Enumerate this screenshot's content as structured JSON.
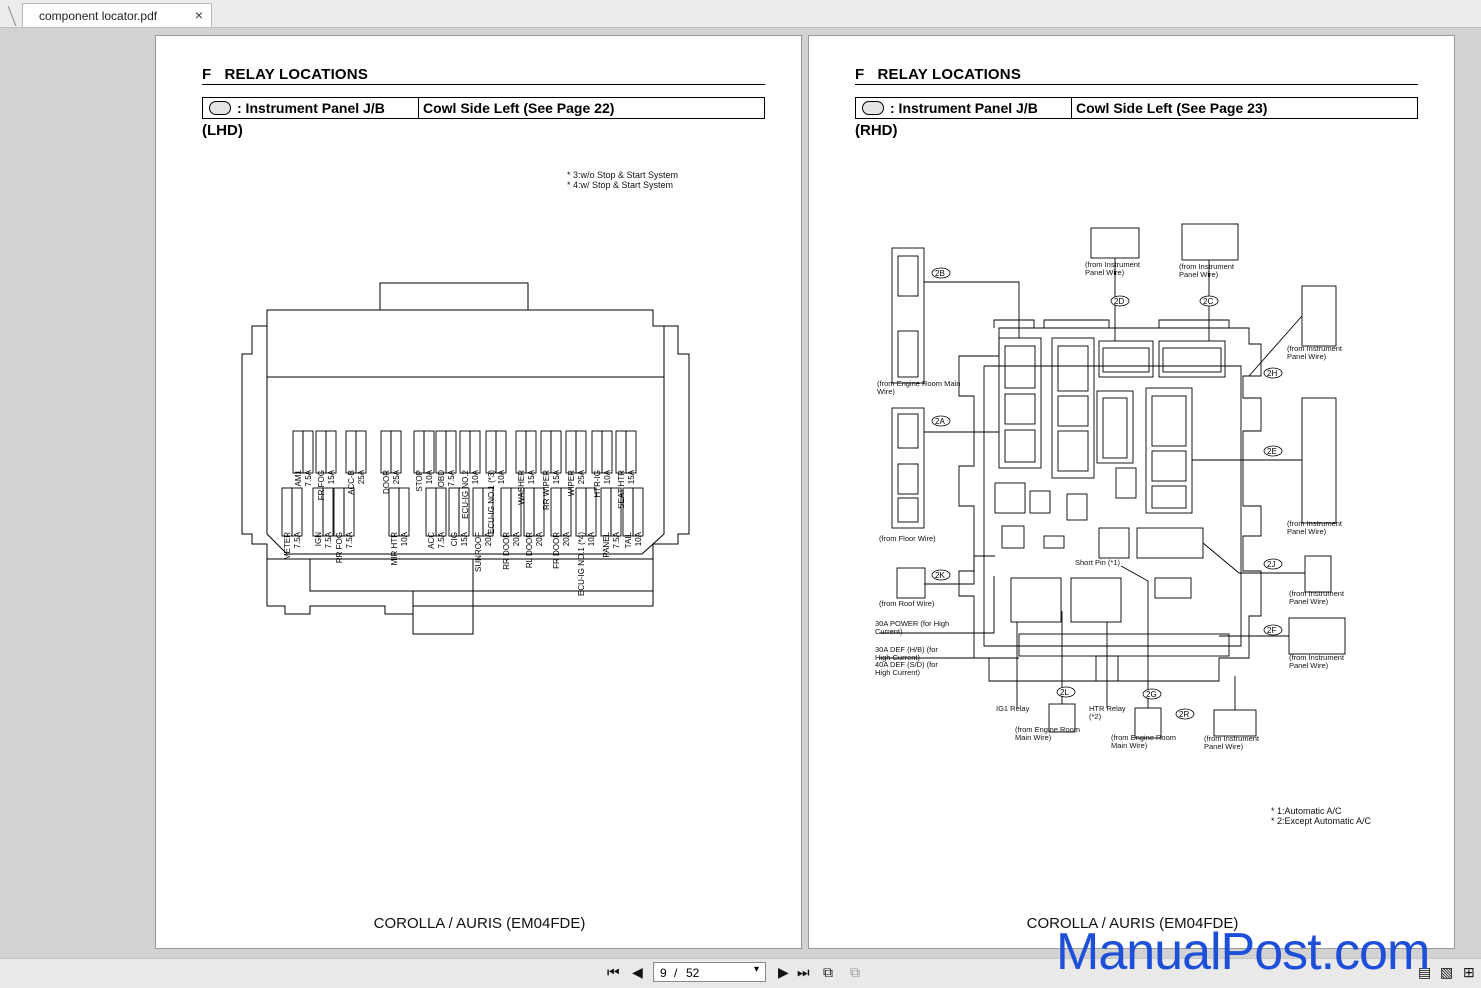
{
  "tab": {
    "title": "component locator.pdf",
    "close": "×"
  },
  "left_page": {
    "section": "F   RELAY LOCATIONS",
    "jb_label": ": Instrument Panel J/B",
    "jb_location": "Cowl Side Left (See Page 22)",
    "side": "(LHD)",
    "notes": [
      "* 3:w/o Stop & Start System",
      "* 4:w/ Stop & Start System"
    ],
    "fuses_top": [
      {
        "name": "AM1",
        "amp": "7.5A"
      },
      {
        "name": "FR FOG",
        "amp": "15A"
      },
      {
        "name": "ACC-B",
        "amp": "25A"
      },
      {
        "name": "DOOR",
        "amp": "25A"
      },
      {
        "name": "STOP",
        "amp": "10A"
      },
      {
        "name": "OBD",
        "amp": "7.5A"
      },
      {
        "name": "ECU-IG NO.2",
        "amp": "10A"
      },
      {
        "name": "ECU-IG NO.1 (*3)",
        "amp": "10A"
      },
      {
        "name": "WASHER",
        "amp": "15A"
      },
      {
        "name": "RR WIPER",
        "amp": "15A"
      },
      {
        "name": "WIPER",
        "amp": "25A"
      },
      {
        "name": "HTR-IG",
        "amp": "10A"
      },
      {
        "name": "SEAT HTR",
        "amp": "15A"
      }
    ],
    "fuses_bottom": [
      {
        "name": "METER",
        "amp": "7.5A"
      },
      {
        "name": "IGN",
        "amp": "7.5A"
      },
      {
        "name": "RR FOG",
        "amp": "7.5A"
      },
      {
        "name": "MIR HTR",
        "amp": "10A"
      },
      {
        "name": "ACC",
        "amp": "7.5A"
      },
      {
        "name": "CIG",
        "amp": "15A"
      },
      {
        "name": "SUNROOF",
        "amp": "20A"
      },
      {
        "name": "RR DOOR",
        "amp": "20A"
      },
      {
        "name": "RL DOOR",
        "amp": "20A"
      },
      {
        "name": "FR DOOR",
        "amp": "20A"
      },
      {
        "name": "ECU-IG NO.1 (*4)",
        "amp": "10A"
      },
      {
        "name": "PANEL",
        "amp": "7.5A"
      },
      {
        "name": "TAIL",
        "amp": "10A"
      }
    ],
    "footer": "COROLLA / AURIS (EM04FDE)"
  },
  "right_page": {
    "section": "F   RELAY LOCATIONS",
    "jb_label": ": Instrument Panel J/B",
    "jb_location": "Cowl Side Left (See Page 23)",
    "side": "(RHD)",
    "connectors": {
      "2B": "2B",
      "2A": "2A",
      "2K": "2K",
      "2D": "2D",
      "2C": "2C",
      "2H": "2H",
      "2E": "2E",
      "2J": "2J",
      "2F": "2F",
      "2L": "2L",
      "2G": "2G",
      "2R": "2R"
    },
    "labels": {
      "from_ip_d": "(from Instrument Panel Wire)",
      "from_ip_c": "(from Instrument Panel Wire)",
      "from_ip_h": "(from Instrument Panel Wire)",
      "from_engine_b": "(from Engine Room Main Wire)",
      "from_floor": "(from Floor Wire)",
      "from_ip_e": "(from Instrument Panel Wire)",
      "from_roof": "(from Roof Wire)",
      "from_ip_j": "(from Instrument Panel Wire)",
      "from_ip_f": "(from Instrument Panel Wire)",
      "power": "30A POWER (for High Current)",
      "def_hb": "30A DEF (H/B) (for High Current)",
      "def_sd": "40A DEF (S/D) (for High Current)",
      "ig1": "IG1 Relay",
      "htr": "HTR Relay (*2)",
      "from_engine_l": "(from Engine Room Main Wire)",
      "from_engine_g": "(from Engine Room Main Wire)",
      "from_ip_r": "(from Instrument Panel Wire)",
      "short_pin": "Short Pin (*1)"
    },
    "notes": [
      "* 1:Automatic A/C",
      "* 2:Except Automatic A/C"
    ],
    "footer": "COROLLA / AURIS (EM04FDE)"
  },
  "toolbar": {
    "page_current": "9",
    "page_sep": "/",
    "page_total": "52"
  },
  "watermark": "ManualPost.com"
}
